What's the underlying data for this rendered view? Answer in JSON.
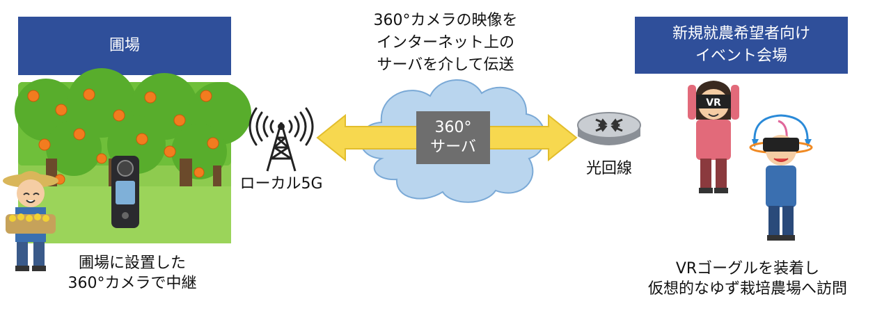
{
  "left": {
    "header": "圃場",
    "caption": "圃場に設置した\n360°カメラで中継"
  },
  "antenna": {
    "label": "ローカル5G"
  },
  "center": {
    "description": "360°カメラの映像を\nインターネット上の\nサーバを介して伝送",
    "server_label": "360°\nサーバ"
  },
  "router": {
    "label": "光回線"
  },
  "right": {
    "header": "新規就農希望者向け\nイベント会場",
    "caption": "VRゴーグルを装着し\n仮想的なゆず栽培農場へ訪問",
    "goggle_text": "VR"
  },
  "colors": {
    "header_bg": "#2f4f9a",
    "arrow": "#f7d84f",
    "cloud": "#b9d5ee",
    "server_bg": "#6e6e6e",
    "orchard_bg": "#8ecb4f"
  }
}
